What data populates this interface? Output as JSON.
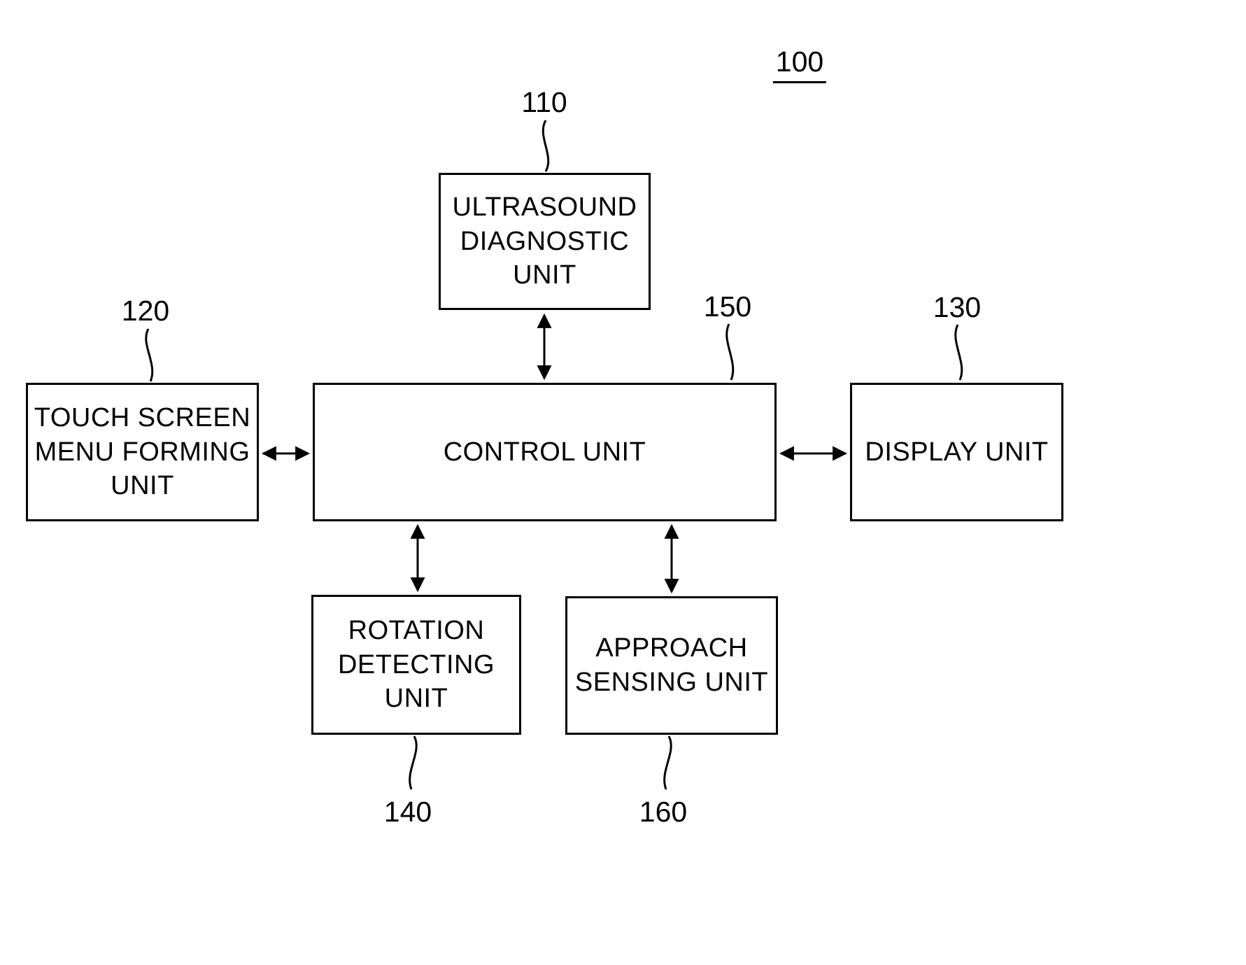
{
  "figure": {
    "number": "100"
  },
  "nodes": {
    "ultrasound": {
      "ref": "110",
      "label": "ULTRASOUND\nDIAGNOSTIC\nUNIT"
    },
    "touch_screen": {
      "ref": "120",
      "label": "TOUCH SCREEN\nMENU FORMING\nUNIT"
    },
    "control": {
      "ref": "150",
      "label": "CONTROL UNIT"
    },
    "display": {
      "ref": "130",
      "label": "DISPLAY UNIT"
    },
    "rotation": {
      "ref": "140",
      "label": "ROTATION\nDETECTING\nUNIT"
    },
    "approach": {
      "ref": "160",
      "label": "APPROACH\nSENSING UNIT"
    }
  },
  "connections": {
    "ultrasound_control": "bidirectional",
    "touch_control": "bidirectional",
    "control_display": "bidirectional",
    "control_rotation": "bidirectional",
    "control_approach": "bidirectional"
  },
  "colors": {
    "line": "#000000",
    "background": "#ffffff"
  }
}
